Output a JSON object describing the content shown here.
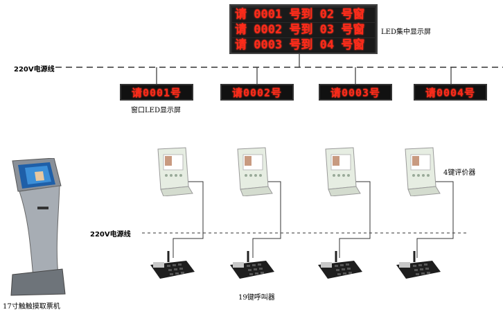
{
  "main_display": {
    "label": "LED集中显示屏",
    "rows": [
      "请 0001 号到 02 号窗",
      "请 0002 号到 03 号窗",
      "请 0003 号到 04 号窗"
    ]
  },
  "power_line_top": {
    "label": "220V电源线"
  },
  "power_line_bottom": {
    "label": "220V电源线"
  },
  "window_displays": {
    "label": "窗口LED显示屏",
    "items": [
      "请0001号",
      "请0002号",
      "请0003号",
      "请0004号"
    ]
  },
  "evaluator": {
    "label": "4键评价器"
  },
  "pager": {
    "label": "19键呼叫器"
  },
  "kiosk": {
    "label": "17寸触触摸取票机"
  },
  "colors": {
    "led_text": "#ff2a1a",
    "led_bg": "#111111"
  }
}
